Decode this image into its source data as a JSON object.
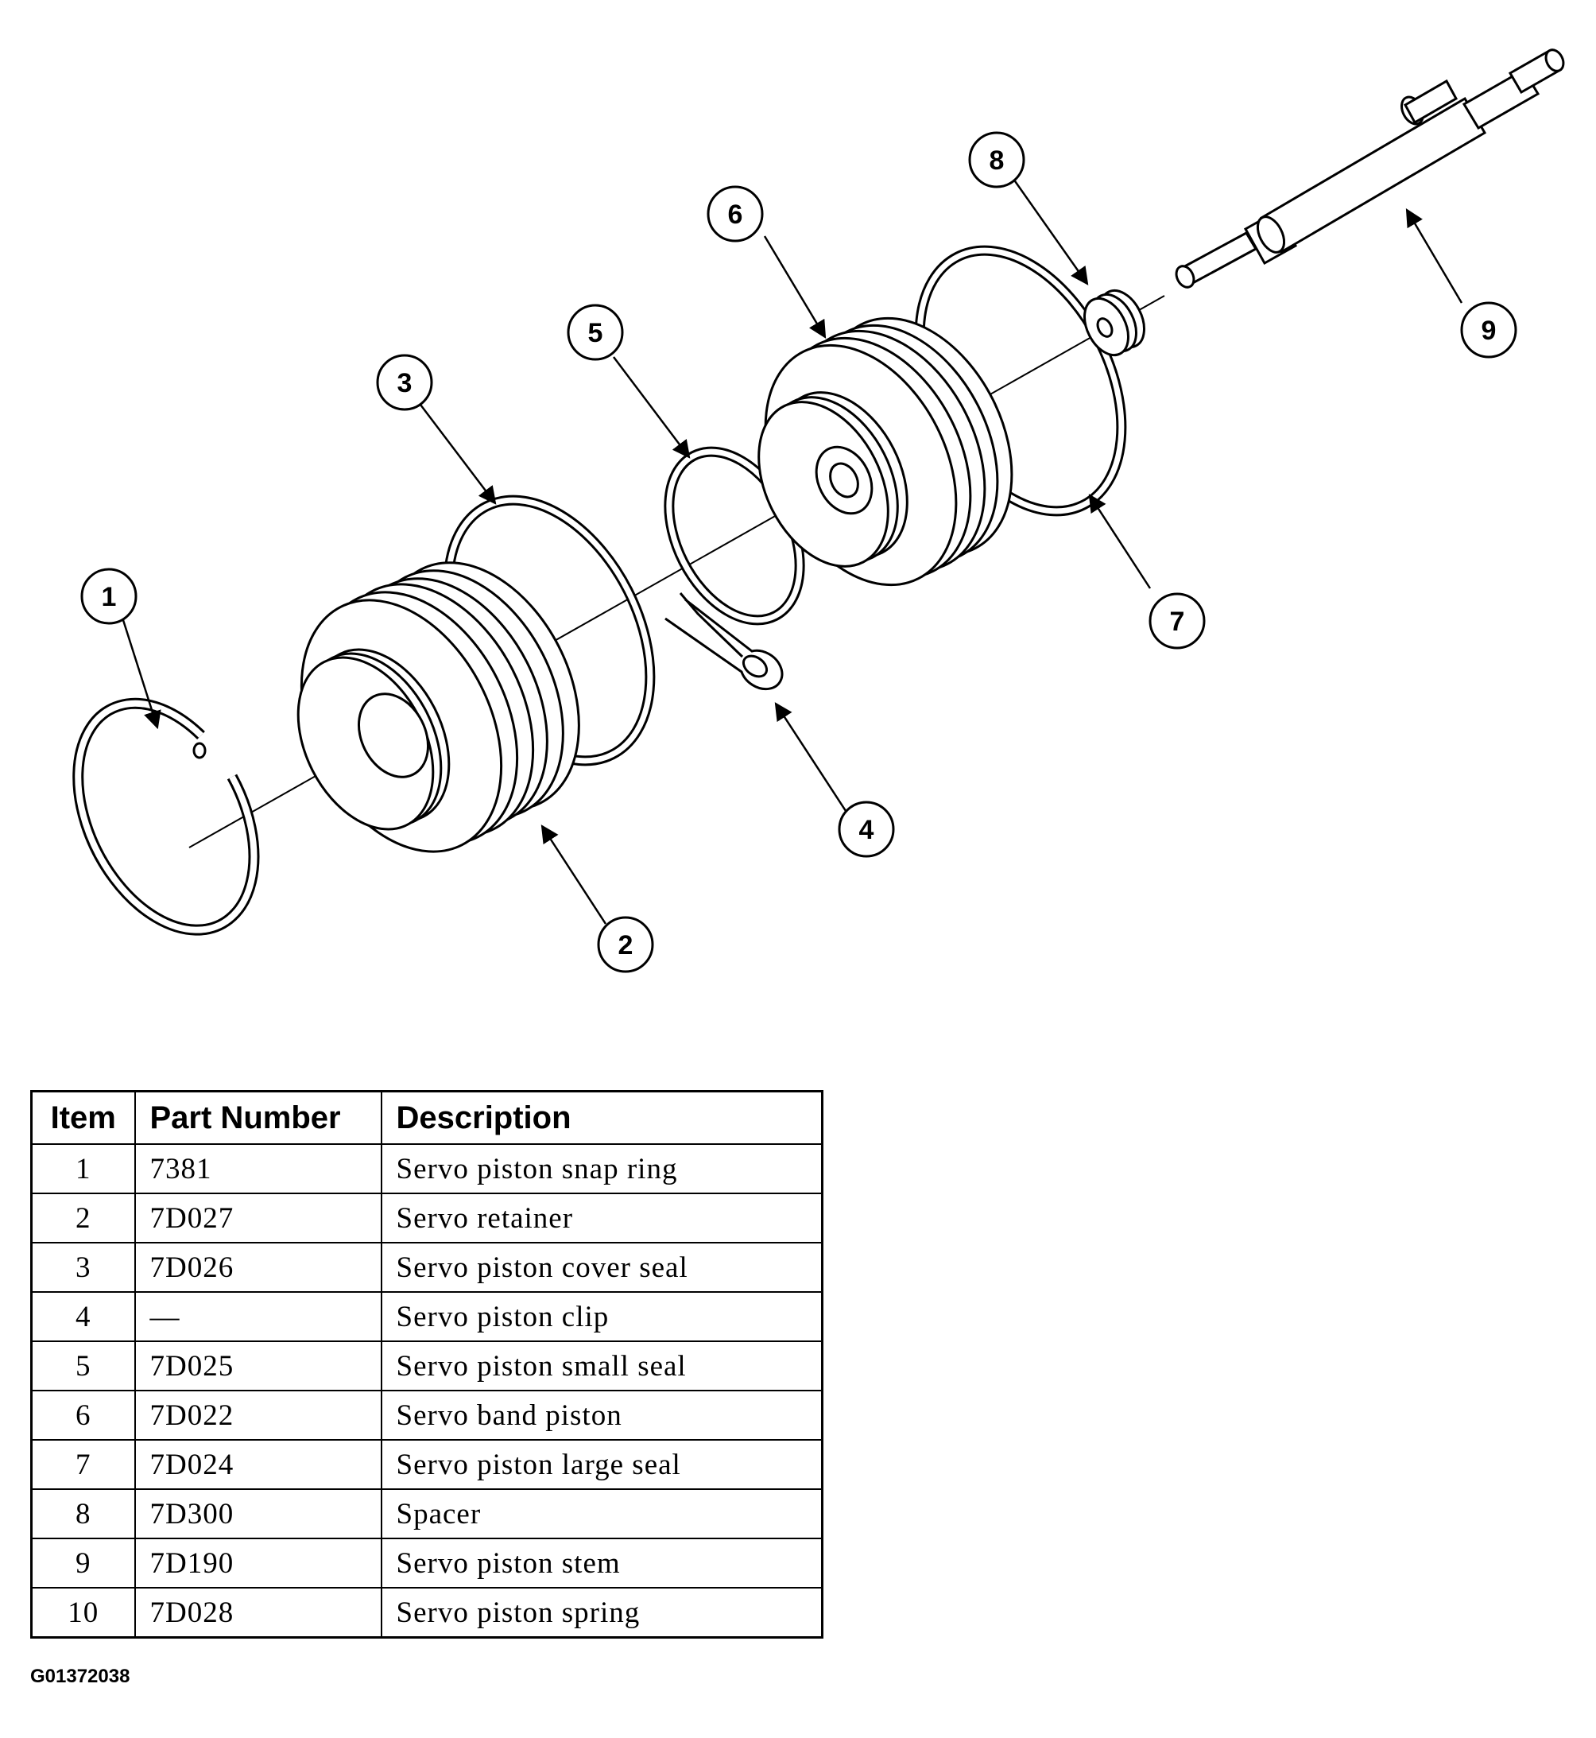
{
  "diagram": {
    "callouts": [
      "1",
      "2",
      "3",
      "4",
      "5",
      "6",
      "7",
      "8",
      "9"
    ]
  },
  "table": {
    "headers": {
      "item": "Item",
      "part_number": "Part Number",
      "description": "Description"
    },
    "rows": [
      {
        "item": "1",
        "part_number": "7381",
        "description": "Servo piston snap ring"
      },
      {
        "item": "2",
        "part_number": "7D027",
        "description": "Servo retainer"
      },
      {
        "item": "3",
        "part_number": "7D026",
        "description": "Servo piston cover seal"
      },
      {
        "item": "4",
        "part_number": "—",
        "description": "Servo piston clip"
      },
      {
        "item": "5",
        "part_number": "7D025",
        "description": "Servo piston small seal"
      },
      {
        "item": "6",
        "part_number": "7D022",
        "description": "Servo band piston"
      },
      {
        "item": "7",
        "part_number": "7D024",
        "description": "Servo piston large seal"
      },
      {
        "item": "8",
        "part_number": "7D300",
        "description": "Spacer"
      },
      {
        "item": "9",
        "part_number": "7D190",
        "description": "Servo piston stem"
      },
      {
        "item": "10",
        "part_number": "7D028",
        "description": "Servo piston spring"
      }
    ]
  },
  "figure_code": "G01372038"
}
